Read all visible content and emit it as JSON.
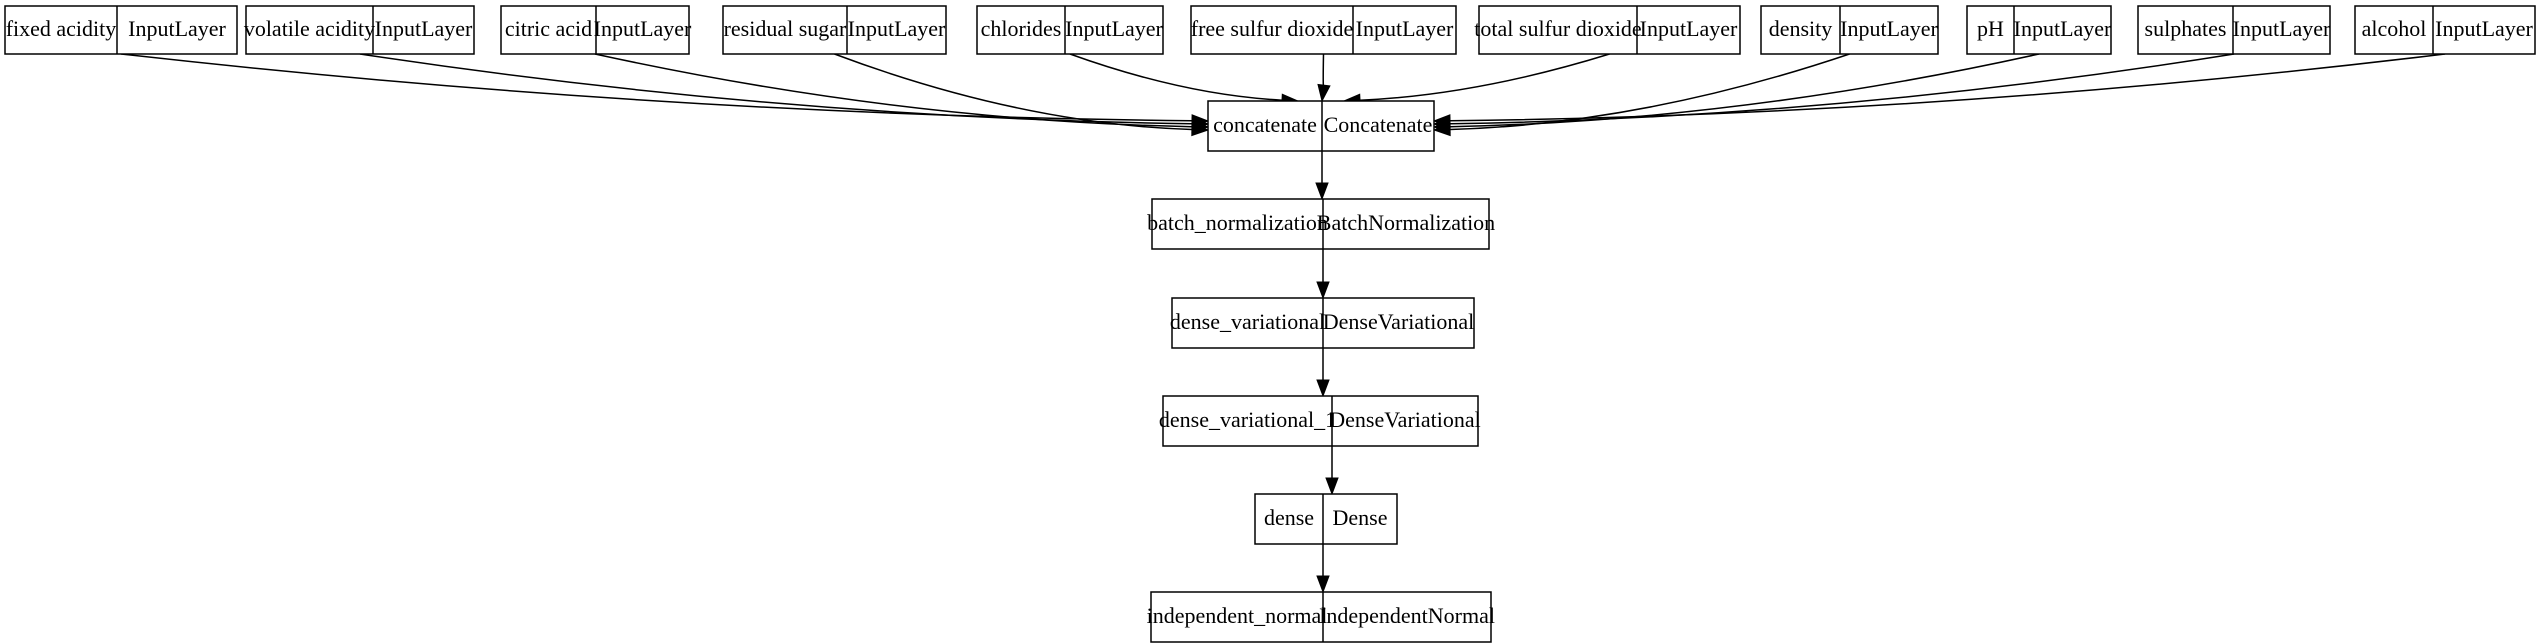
{
  "diagram": {
    "input_nodes": [
      {
        "name": "fixed acidity",
        "type": "InputLayer"
      },
      {
        "name": "volatile acidity",
        "type": "InputLayer"
      },
      {
        "name": "citric acid",
        "type": "InputLayer"
      },
      {
        "name": "residual sugar",
        "type": "InputLayer"
      },
      {
        "name": "chlorides",
        "type": "InputLayer"
      },
      {
        "name": "free sulfur dioxide",
        "type": "InputLayer"
      },
      {
        "name": "total sulfur dioxide",
        "type": "InputLayer"
      },
      {
        "name": "density",
        "type": "InputLayer"
      },
      {
        "name": "pH",
        "type": "InputLayer"
      },
      {
        "name": "sulphates",
        "type": "InputLayer"
      },
      {
        "name": "alcohol",
        "type": "InputLayer"
      }
    ],
    "chain_nodes": [
      {
        "name": "concatenate",
        "type": "Concatenate"
      },
      {
        "name": "batch_normalization",
        "type": "BatchNormalization"
      },
      {
        "name": "dense_variational",
        "type": "DenseVariational"
      },
      {
        "name": "dense_variational_1",
        "type": "DenseVariational"
      },
      {
        "name": "dense",
        "type": "Dense"
      },
      {
        "name": "independent_normal",
        "type": "IndependentNormal"
      }
    ]
  }
}
